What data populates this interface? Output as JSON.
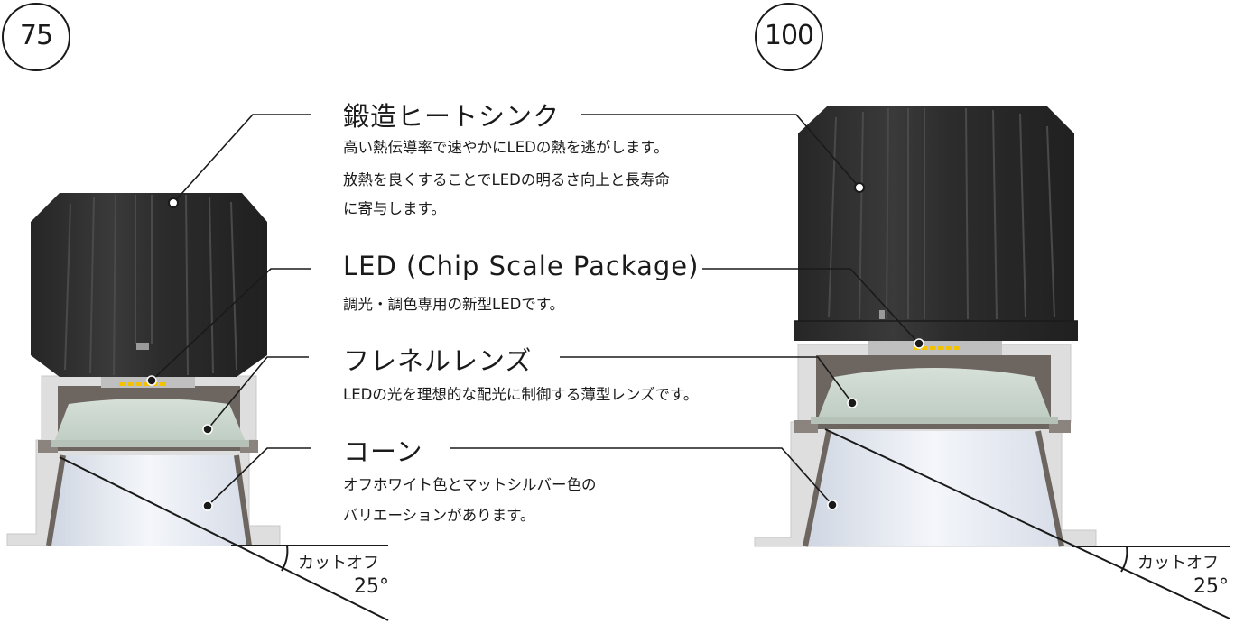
{
  "models": [
    {
      "size_label": "75"
    },
    {
      "size_label": "100"
    }
  ],
  "callouts": [
    {
      "heading": "鍛造ヒートシンク",
      "lines": [
        "高い熱伝導率で速やかにLEDの熱を逃がします。",
        "放熱を良くすることでLEDの明るさ向上と長寿命",
        "に寄与します。"
      ]
    },
    {
      "heading": "LED (Chip Scale Package)",
      "lines": [
        "調光・調色専用の新型LEDです。"
      ]
    },
    {
      "heading": "フレネルレンズ",
      "lines": [
        "LEDの光を理想的な配光に制御する薄型レンズです。"
      ]
    },
    {
      "heading": "コーン",
      "lines": [
        "オフホワイト色とマットシルバー色の",
        "バリエーションがあります。"
      ]
    }
  ],
  "cutoff": {
    "label": "カットオフ",
    "angle": "25°"
  },
  "colors": {
    "heatsink": "#2e2e2e",
    "housing": "#dcdcdc",
    "chamber": "#6f6762",
    "lens": "#c9d6cc",
    "cone": "#e6ebf2",
    "led_chip": "#f2c200",
    "line": "#1a1a1a"
  },
  "icons": [
    "callout-dot",
    "leader-line",
    "angle-arc"
  ]
}
